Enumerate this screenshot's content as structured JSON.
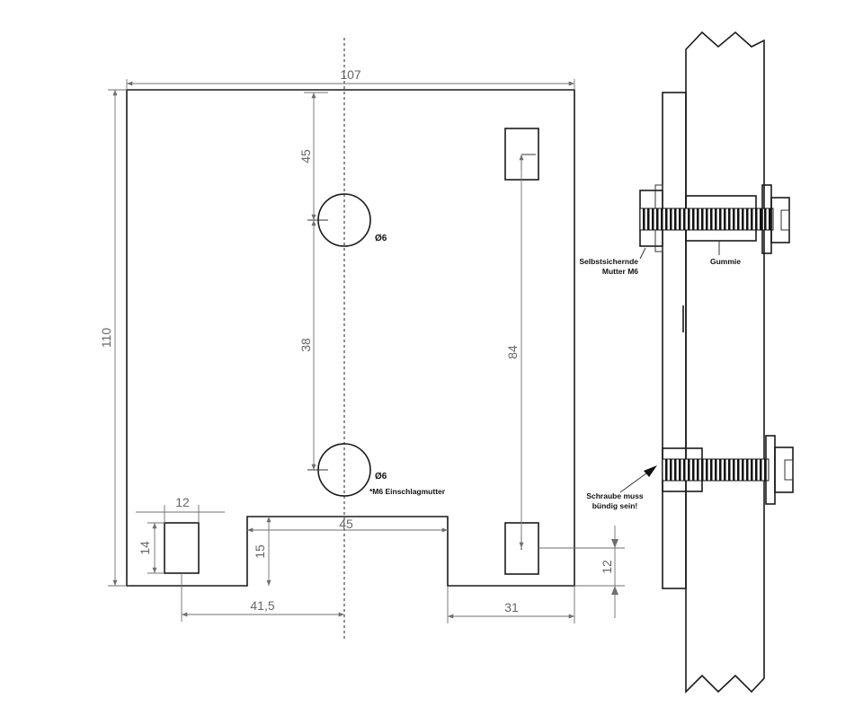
{
  "front_view": {
    "dimensions": {
      "width_total": "107",
      "height_total": "110",
      "top_to_hole": "45",
      "hole_to_hole": "38",
      "slot_spacing": "84",
      "notch_width": "45",
      "notch_depth": "15",
      "small_slot_width": "12",
      "small_slot_height": "14",
      "center_to_left_slot": "41,5",
      "right_notch_to_edge": "31",
      "bottom_offset": "12"
    },
    "holes": {
      "upper_label": "Ø6",
      "lower_label": "Ø6",
      "lower_note": "*M6 Einschlagmutter"
    }
  },
  "side_view": {
    "labels": {
      "self_locking_nut_line1": "Selbstsichernde",
      "self_locking_nut_line2": "Mutter M6",
      "rubber": "Gummie",
      "screw_flush_line1": "Schraube muss",
      "screw_flush_line2": "bündig sein!"
    }
  }
}
